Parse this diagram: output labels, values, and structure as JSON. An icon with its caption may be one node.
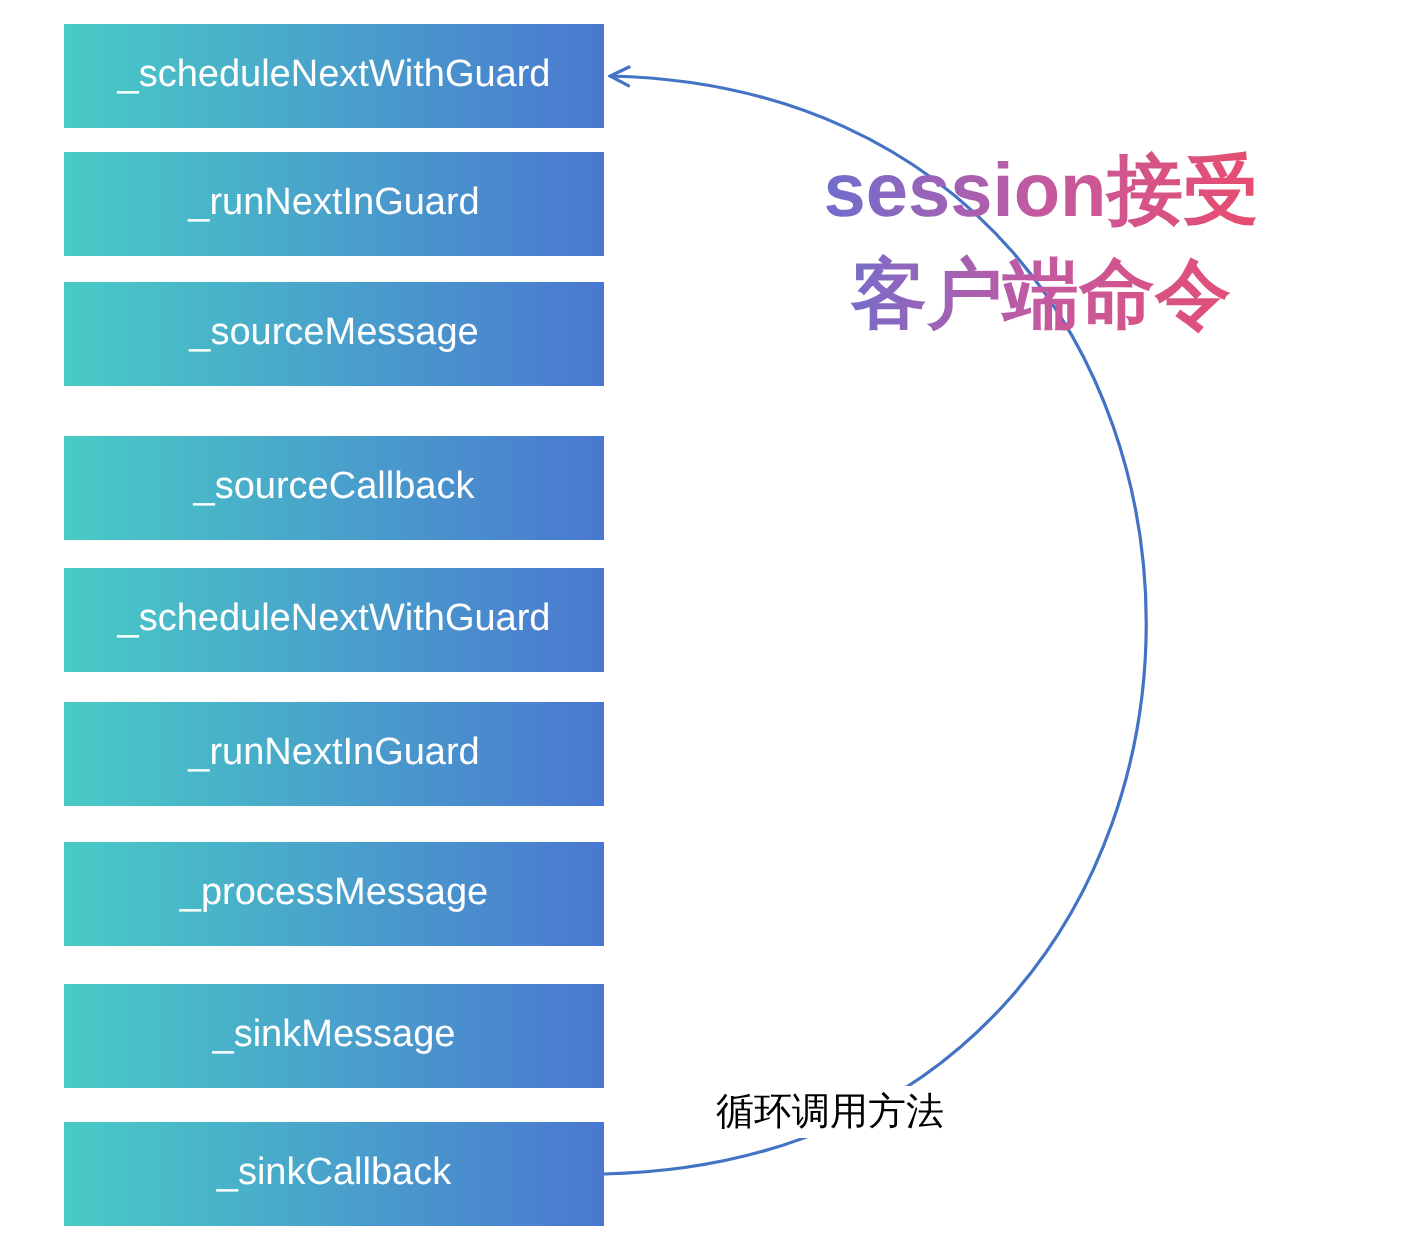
{
  "diagram": {
    "nodes": [
      {
        "text": [
          "_scheduleNextWithGuard"
        ]
      },
      {
        "text": [
          "_runNextInGuard"
        ]
      },
      {
        "text": [
          "_sourceMessage"
        ]
      },
      {
        "text": [
          "_sourceCallback"
        ]
      },
      {
        "text": [
          "_scheduleNextWithGuard"
        ]
      },
      {
        "text": [
          "_runNextInGuard"
        ]
      },
      {
        "text": [
          "_processMessage"
        ]
      },
      {
        "text": [
          "_sinkMessage"
        ]
      },
      {
        "text": [
          "_sinkCallback"
        ]
      }
    ],
    "edges": [
      {
        "from": 8,
        "to": 0,
        "arrow": "to",
        "label": "循环调用方法"
      }
    ],
    "labels": [
      "session接受客户端命令"
    ]
  }
}
